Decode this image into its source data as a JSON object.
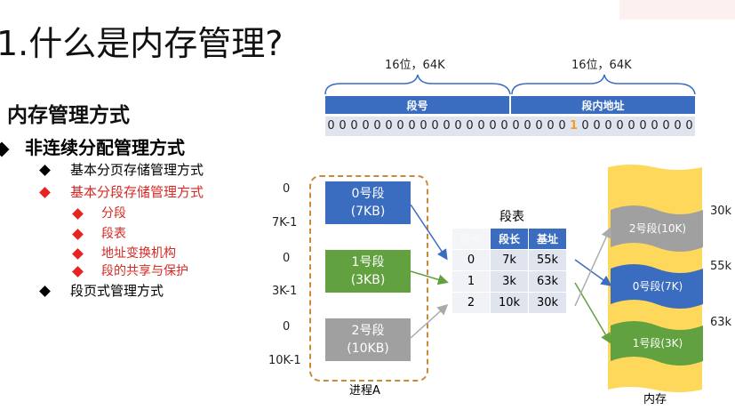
{
  "title": "1.什么是内存管理?",
  "outline": {
    "heading": "内存管理方式",
    "level1": "非连续分配管理方式",
    "items": [
      "基本分页存储管理方式",
      "基本分段存储管理方式",
      "段页式管理方式"
    ],
    "subitems": [
      "分段",
      "段表",
      "地址变换机构",
      "段的共享与保护"
    ]
  },
  "address": {
    "left_brace_label": "16位，64K",
    "right_brace_label": "16位，64K",
    "segment_number_label": "段号",
    "offset_label": "段内地址",
    "bits": [
      "0",
      "0",
      "0",
      "0",
      "0",
      "0",
      "0",
      "0",
      "0",
      "0",
      "0",
      "0",
      "0",
      "0",
      "0",
      "0",
      "0",
      "0",
      "0",
      "0",
      "0",
      "1",
      "0",
      "0",
      "0",
      "0",
      "0",
      "0",
      "0",
      "0",
      "0",
      "0"
    ]
  },
  "process": {
    "label": "进程A",
    "segments": [
      {
        "name": "0号段",
        "size": "(7KB)",
        "start": "0",
        "end": "7K-1",
        "color": "#3a6cc0"
      },
      {
        "name": "1号段",
        "size": "(3KB)",
        "start": "0",
        "end": "3K-1",
        "color": "#62a13f"
      },
      {
        "name": "2号段",
        "size": "(10KB)",
        "start": "0",
        "end": "10K-1",
        "color": "#a0a0a0"
      }
    ]
  },
  "segment_table": {
    "title": "段表",
    "headers": [
      "段号",
      "段长",
      "基址"
    ],
    "rows": [
      [
        "0",
        "7k",
        "55k"
      ],
      [
        "1",
        "3k",
        "63k"
      ],
      [
        "2",
        "10k",
        "30k"
      ]
    ]
  },
  "memory": {
    "label": "内存",
    "segments": [
      "2号段(10K)",
      "0号段(7K)",
      "1号段(3K)"
    ],
    "addresses": [
      "30k",
      "55k",
      "63k"
    ]
  },
  "colors": {
    "blue": "#3a6cc0",
    "green": "#62a13f",
    "gray": "#a0a0a0",
    "yellow": "#fdd85a",
    "highlight": "#f0a020"
  }
}
